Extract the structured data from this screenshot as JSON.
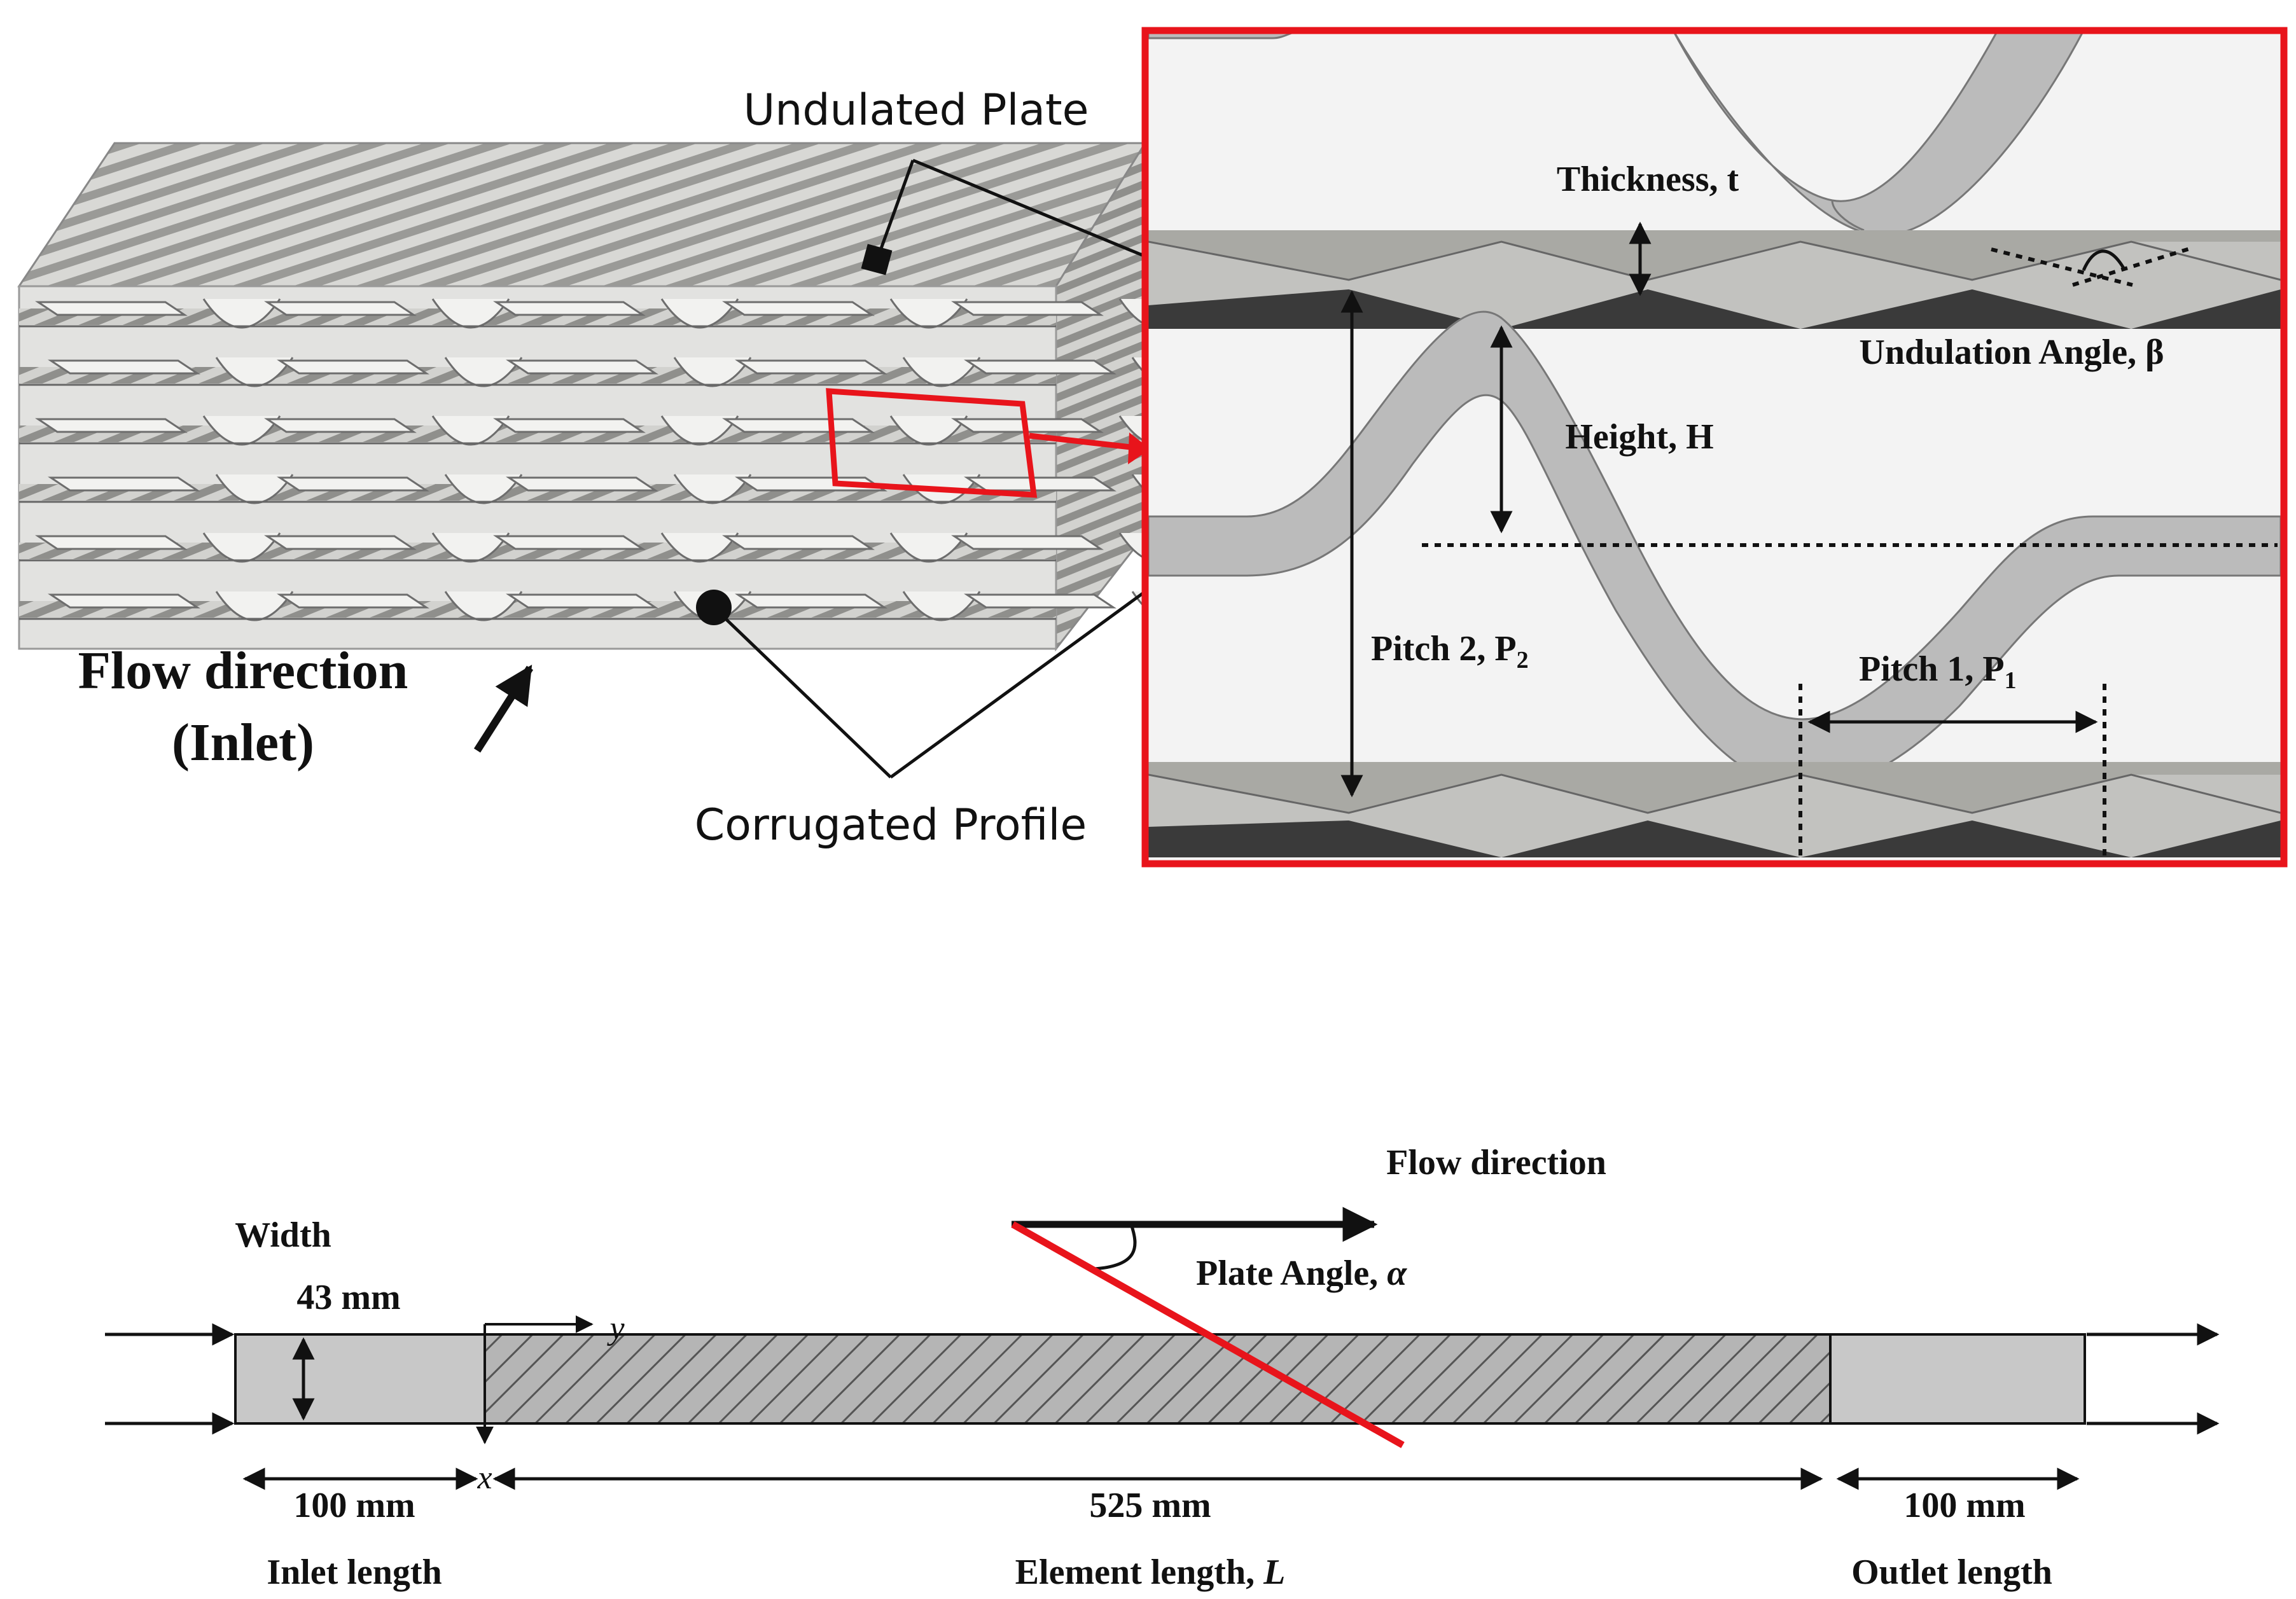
{
  "labels": {
    "undulated_plate": "Undulated Plate",
    "corrugated_profile": "Corrugated Profile",
    "flow_direction_inlet_line1": "Flow direction",
    "flow_direction_inlet_line2": "(Inlet)",
    "thickness": "Thickness, t",
    "undulation_angle": "Undulation Angle, β",
    "height": "Height, H",
    "pitch2": "Pitch 2, P",
    "pitch2_sub": "2",
    "pitch1": "Pitch 1, P",
    "pitch1_sub": "1",
    "flow_direction": "Flow direction",
    "plate_angle": "Plate Angle, ",
    "plate_angle_symbol": "α",
    "width": "Width",
    "width_value": "43 mm",
    "axis_y": "y",
    "axis_x": "x",
    "inlet_dim": "100 mm",
    "element_dim": "525 mm",
    "outlet_dim": "100 mm",
    "inlet_length": "Inlet length",
    "element_length": "Element length, ",
    "element_length_symbol": "L",
    "outlet_length": "Outlet length"
  },
  "colors": {
    "highlight_red": "#e8141b",
    "plate_gray": "#c4c4c2",
    "fin_gray": "#b9b9b9",
    "dark_fill": "#3a3a3a",
    "channel_gray": "#c8c8c8"
  }
}
